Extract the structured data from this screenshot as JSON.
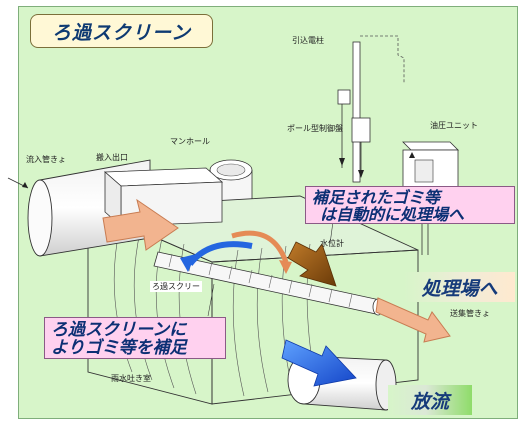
{
  "title": "ろ過スクリーン",
  "labels": {
    "pull_pole": "引込電柱",
    "pole_panel": "ポール型制御盤",
    "hydraulic_unit": "油圧ユニット",
    "manhole": "マンホール",
    "inflow_pipe": "流入管きょ",
    "carry_in_out": "搬入出口",
    "water_gauge": "水位計",
    "screen_small": "ろ過スクリー",
    "collect_pipe": "送集管きょ",
    "rain_outlet": "雨水吐き室"
  },
  "callouts": {
    "captured": [
      "補足されたゴミ等",
      "は自動的に処理場へ"
    ],
    "filter": [
      "ろ過スクリーンに",
      "よりゴミ等を補足"
    ]
  },
  "destinations": {
    "plant": "処理場へ",
    "discharge": "放流"
  },
  "colors": {
    "background": "#d7f5c9",
    "callout_fill": "#ffd1ef",
    "arrow_inflow": "#f2b48f",
    "arrow_blue": "#2466e0",
    "arrow_brown": "#9a5b12"
  }
}
